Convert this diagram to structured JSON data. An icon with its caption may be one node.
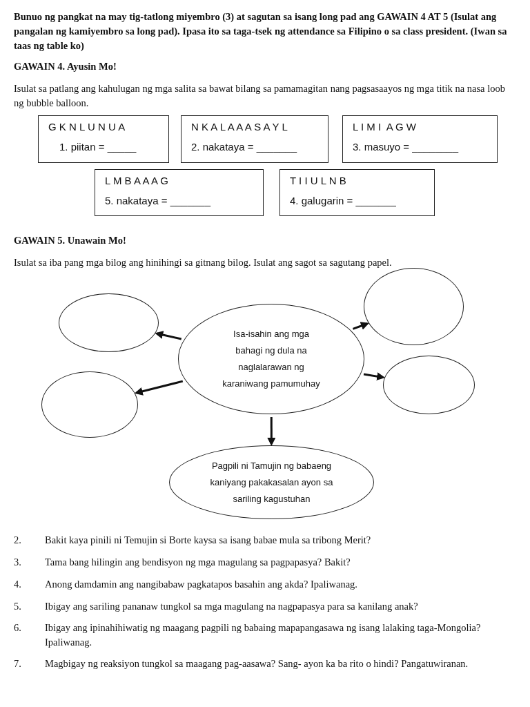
{
  "diagram": {
    "nodes": [
      {
        "text": [
          "G K N L U N U A",
          "1. piitan = _____"
        ]
      },
      {
        "text": [
          "N K A L A A A S A Y L",
          "2. nakataya = _______"
        ]
      },
      {
        "text": [
          "L I M I  A G W",
          "3. masuyo = ________"
        ]
      },
      {
        "text": [
          "L M B A A A G",
          "5. nakataya = _______"
        ]
      },
      {
        "text": [
          "T I I U L N B",
          "4. galugarin = _______"
        ]
      },
      {
        "text": [
          "Isa-isahin ang mga bahagi ng dula na naglalarawan ng karaniwang pamumuhay"
        ]
      },
      {
        "text": [],
        "shape": "circle"
      },
      {
        "text": [],
        "shape": "circle"
      },
      {
        "text": [],
        "shape": "circle"
      },
      {
        "text": [],
        "shape": "circle"
      },
      {
        "text": [
          "Pagpili ni Tamujin ng babaeng kaniyang pakakasalan ayon sa sariling kagustuhan"
        ]
      }
    ],
    "edges": [
      {
        "from": 5,
        "to": 6,
        "arrow": "to"
      },
      {
        "from": 5,
        "to": 7,
        "arrow": "to"
      },
      {
        "from": 5,
        "to": 8,
        "arrow": "to"
      },
      {
        "from": 5,
        "to": 9,
        "arrow": "to"
      },
      {
        "from": 5,
        "to": 10,
        "arrow": "to"
      }
    ],
    "labels": [
      "Bunuo ng pangkat na may tig-tatlong miyembro (3) at sagutan sa isang long pad ang GAWAIN 4 AT 5 (Isulat ang pangalan ng kamiyembro sa long pad). Ipasa ito sa taga-tsek ng attendance sa Filipino o sa class president. (Iwan sa taas ng table ko)",
      "GAWAIN 4. Ayusin Mo!",
      "Isulat sa patlang ang kahulugan ng mga salita sa bawat bilang sa pamamagitan nang pagsasaayos ng mga titik na nasa loob ng bubble balloon.",
      "GAWAIN 5. Unawain Mo!",
      "Isulat sa iba pang mga bilog ang hinihingi sa gitnang bilog. Isulat ang sagot sa sagutang papel.",
      "2.",
      "Bakit kaya pinili ni Temujin si Borte kaysa sa isang babae mula sa tribong Merit?",
      "3.",
      "Tama bang hilingin ang bendisyon ng mga magulang sa pagpapasya? Bakit?",
      "4.",
      "Anong damdamin ang nangibabaw pagkatapos basahin ang akda? Ipaliwanag.",
      "5.",
      "Ibigay ang sariling pananaw tungkol sa mga magulang na nagpapasya para sa kanilang anak?",
      "6.",
      "Ibigay ang ipinahihiwatig ng maagang pagpili ng babaing mapapangasawa ng isang lalaking taga-Mongolia? Ipaliwanag.",
      "7.",
      "Magbigay ng reaksiyon tungkol sa maagang pag-aasawa? Sang- ayon ka ba rito o hindi? Pangatuwiranan."
    ]
  }
}
